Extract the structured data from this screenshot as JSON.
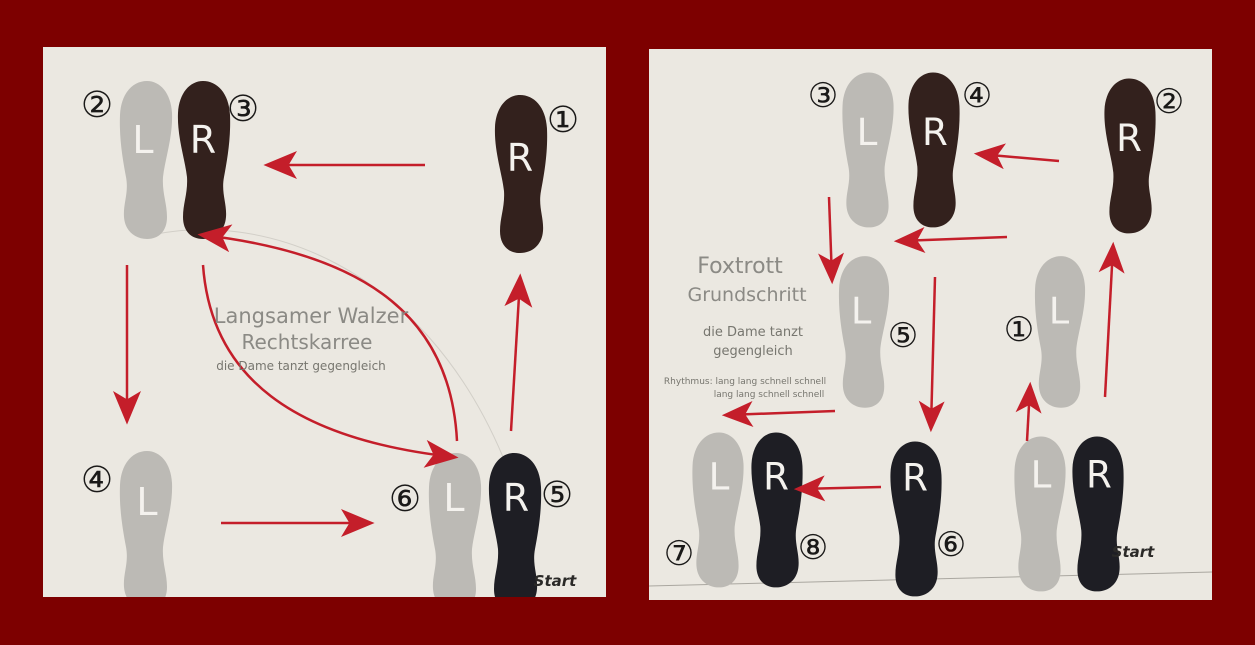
{
  "colors": {
    "frame": "#7d0000",
    "panel": "#ebe8e1",
    "arrow": "#c41e2a",
    "shoe_dark": "#33211d",
    "shoe_black": "#1e1e24",
    "shoe_light": "#bcbab5"
  },
  "waltz": {
    "title_line1": "Langsamer Walzer",
    "title_line2": "Rechtskarree",
    "subtitle": "die Dame tanzt gegengleich",
    "start": "Start",
    "footprints": [
      {
        "letter": "L",
        "step": "②",
        "color": "light"
      },
      {
        "letter": "R",
        "step": "③",
        "color": "dark"
      },
      {
        "letter": "R",
        "step": "①",
        "color": "dark"
      },
      {
        "letter": "L",
        "step": "④",
        "color": "light"
      },
      {
        "letter": "L",
        "step": "⑥",
        "color": "light"
      },
      {
        "letter": "R",
        "step": "⑤",
        "color": "black"
      }
    ]
  },
  "foxtrot": {
    "title_line1": "Foxtrott",
    "title_line2": "Grundschritt",
    "subtitle_line1": "die Dame tanzt",
    "subtitle_line2": "gegengleich",
    "rhythm_line1": "Rhythmus: lang lang schnell schnell",
    "rhythm_line2": "lang lang schnell schnell",
    "start": "Start",
    "footprints": [
      {
        "letter": "L",
        "step": "③",
        "color": "light"
      },
      {
        "letter": "R",
        "step": "④",
        "color": "dark"
      },
      {
        "letter": "R",
        "step": "②",
        "color": "dark"
      },
      {
        "letter": "L",
        "step": "⑤",
        "color": "light"
      },
      {
        "letter": "L",
        "step": "①",
        "color": "light"
      },
      {
        "letter": "L",
        "step": "⑦",
        "color": "light"
      },
      {
        "letter": "R",
        "step": "⑧",
        "color": "black"
      },
      {
        "letter": "R",
        "step": "⑥",
        "color": "black"
      },
      {
        "letter": "L",
        "step": "",
        "color": "light"
      },
      {
        "letter": "R",
        "step": "",
        "color": "black"
      }
    ]
  }
}
